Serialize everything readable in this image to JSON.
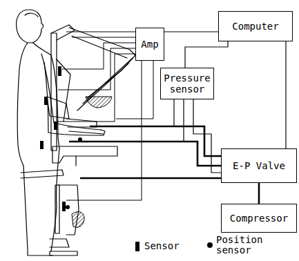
{
  "diagram": {
    "nodes": [
      {
        "text": [
          "Amp"
        ]
      },
      {
        "text": [
          "Computer"
        ]
      },
      {
        "text": [
          "Pressure sensor"
        ]
      },
      {
        "text": [
          "E-P Valve"
        ]
      },
      {
        "text": [
          "Compressor"
        ]
      }
    ],
    "edges": [
      {
        "from": 0,
        "to": 1,
        "arrow": "none"
      },
      {
        "from": 2,
        "to": 1,
        "arrow": "none"
      },
      {
        "from": 1,
        "to": 3,
        "arrow": "none"
      },
      {
        "from": 2,
        "to": 3,
        "arrow": "none"
      },
      {
        "from": 3,
        "to": 4,
        "arrow": "none"
      }
    ],
    "legend": [
      {
        "text": "Sensor"
      },
      {
        "text": "Position sensor"
      }
    ]
  }
}
